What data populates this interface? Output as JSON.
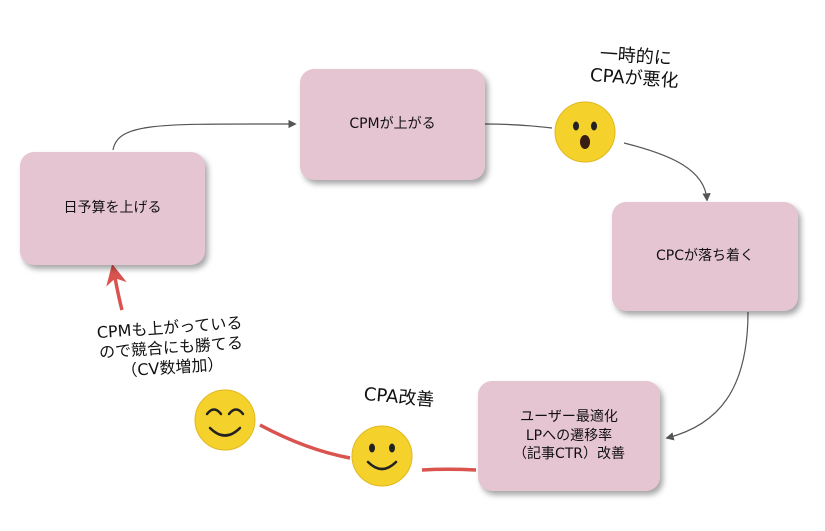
{
  "nodes": {
    "daily_budget": "日予算を上げる",
    "cpm_up": "CPMが上がる",
    "cpc_settle": "CPCが落ち着く",
    "optimize": "ユーザー最適化\nLPへの遷移率\n（記事CTR）改善"
  },
  "annotations": {
    "cpa_worse": "一時的に\nCPAが悪化",
    "cpa_improve": "CPA改善",
    "compete": "CPMも上がっている\nので競合にも勝てる\n（CV数増加）"
  },
  "colors": {
    "box_fill": "#e6c5d2",
    "arrow_gray": "#555555",
    "arrow_red": "#d9534f",
    "face_yellow": "#f5d22b"
  },
  "icons": {
    "surprised": "surprised-face-icon",
    "smile_bottom": "smiling-face-icon",
    "smile_left": "happy-face-icon"
  }
}
